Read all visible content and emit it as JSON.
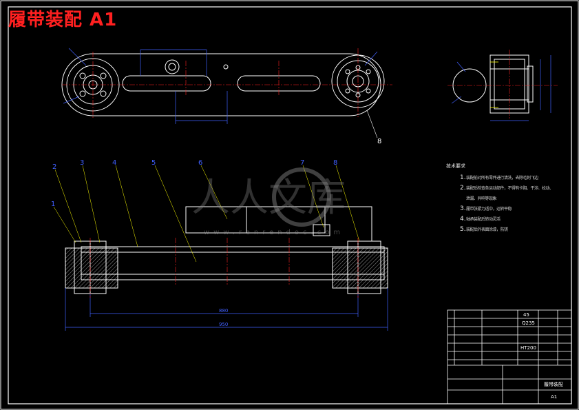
{
  "drawing": {
    "title": "履带装配 A1",
    "colors": {
      "background": "#000000",
      "outline": "#ffffff",
      "title": "#ff2020",
      "balloon": "#4060ff",
      "dimension": "#4060ff",
      "centerline": "#ff2020",
      "yellow_leader": "#ffff00",
      "watermark": "#888888"
    }
  },
  "balloons": [
    "1",
    "2",
    "3",
    "4",
    "5",
    "6",
    "7",
    "8"
  ],
  "top_view_label": "8",
  "dimensions": {
    "total_length_upper": "880",
    "total_length_lower": "950"
  },
  "tech_notes": {
    "header": "技术要求",
    "items": [
      {
        "num": "1.",
        "text": "装配前对所有零件进行清洗，去除毛刺飞边"
      },
      {
        "num": "2.",
        "text": "装配后检查各运动部件，不得有卡阻、干涉、松动、"
      },
      {
        "num": "",
        "text": "泄漏、异响等现象"
      },
      {
        "num": "3.",
        "text": "履带张紧力适中，运转平稳"
      },
      {
        "num": "4.",
        "text": "轴承装配后转动灵活"
      },
      {
        "num": "5.",
        "text": "装配后外表面涂漆，防锈"
      }
    ]
  },
  "watermark": {
    "text": "人人文库",
    "url": "www.renrendoc.com"
  },
  "title_block": {
    "material_rows": [
      "45",
      "Q235",
      "HT200"
    ],
    "drawing_name": "履带装配",
    "sheet_size": "A1"
  },
  "icons": [
    "wheel-icon",
    "hex-nut-icon",
    "watermark-logo-icon"
  ]
}
